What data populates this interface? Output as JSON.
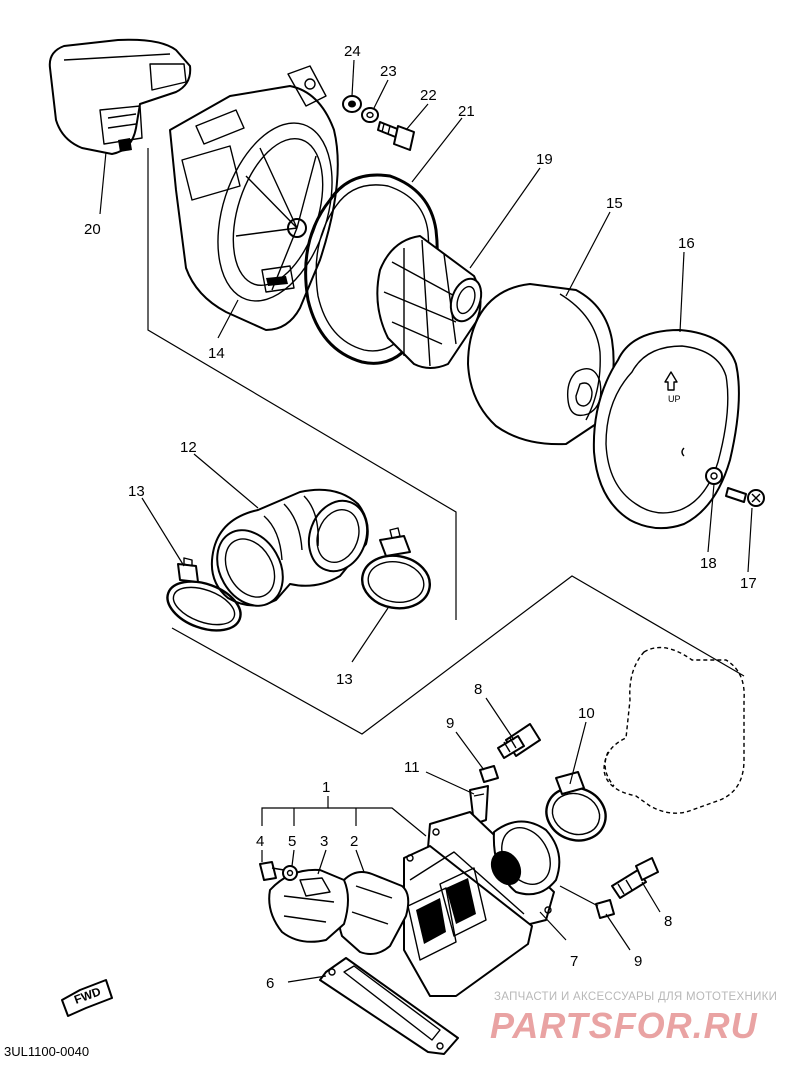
{
  "diagram": {
    "callouts": [
      {
        "id": "c24",
        "text": "24"
      },
      {
        "id": "c23",
        "text": "23"
      },
      {
        "id": "c22",
        "text": "22"
      },
      {
        "id": "c21",
        "text": "21"
      },
      {
        "id": "c19",
        "text": "19"
      },
      {
        "id": "c15",
        "text": "15"
      },
      {
        "id": "c16",
        "text": "16"
      },
      {
        "id": "c20",
        "text": "20"
      },
      {
        "id": "c14",
        "text": "14"
      },
      {
        "id": "c12",
        "text": "12"
      },
      {
        "id": "c13a",
        "text": "13"
      },
      {
        "id": "c13b",
        "text": "13"
      },
      {
        "id": "c18",
        "text": "18"
      },
      {
        "id": "c17",
        "text": "17"
      },
      {
        "id": "c8a",
        "text": "8"
      },
      {
        "id": "c9a",
        "text": "9"
      },
      {
        "id": "c10",
        "text": "10"
      },
      {
        "id": "c11",
        "text": "11"
      },
      {
        "id": "c1",
        "text": "1"
      },
      {
        "id": "c4",
        "text": "4"
      },
      {
        "id": "c5",
        "text": "5"
      },
      {
        "id": "c3",
        "text": "3"
      },
      {
        "id": "c2",
        "text": "2"
      },
      {
        "id": "c8b",
        "text": "8"
      },
      {
        "id": "c7",
        "text": "7"
      },
      {
        "id": "c9b",
        "text": "9"
      },
      {
        "id": "c6",
        "text": "6"
      }
    ],
    "cover_marking": "UP",
    "fwd_marking": "FWD",
    "diagram_code": "3UL1100-0040"
  },
  "watermark": {
    "tagline": "ЗАПЧАСТИ И АКСЕССУАРЫ ДЛЯ МОТОТЕХНИКИ",
    "brand": "PARTSFOR.RU"
  }
}
